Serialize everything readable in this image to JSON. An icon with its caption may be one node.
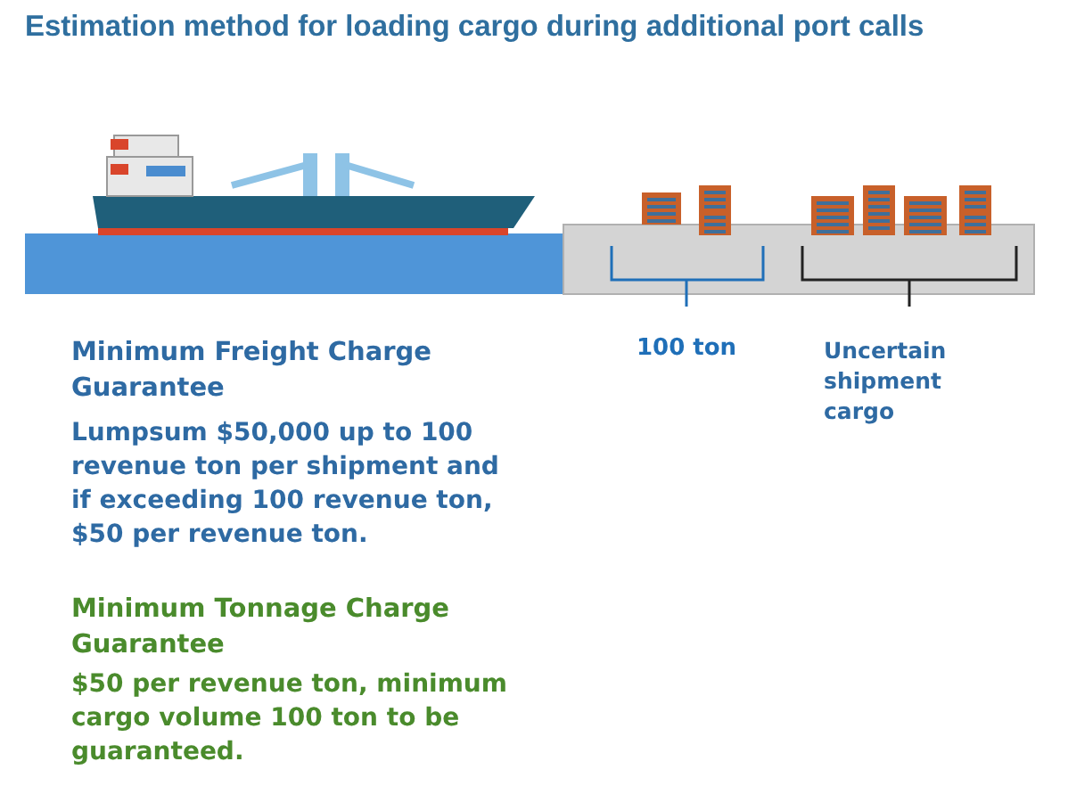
{
  "diagram": {
    "title": "Estimation method for loading cargo during additional port calls",
    "labels": [
      "100 ton",
      "Uncertain shipment cargo",
      "Minimum Freight Charge Guarantee",
      "Lumpsum $50,000 up to 100 revenue ton per shipment and if exceeding 100 revenue ton, $50 per revenue ton.",
      "Minimum Tonnage Charge Guarantee",
      "$50 per revenue ton, minimum cargo volume 100 ton to be guaranteed."
    ]
  }
}
